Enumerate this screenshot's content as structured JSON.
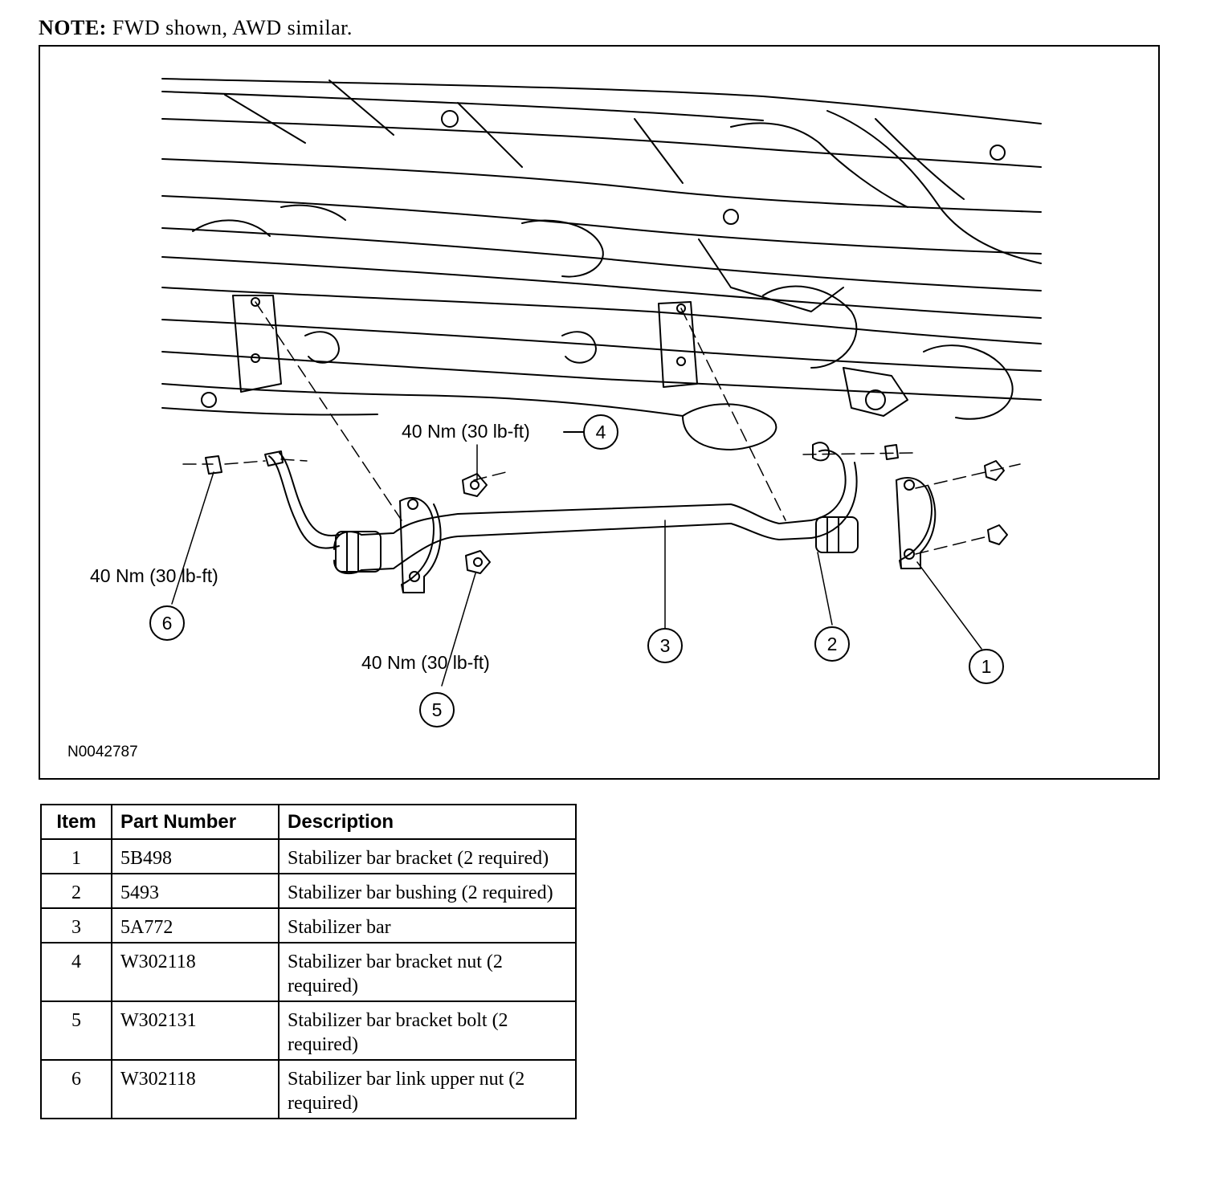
{
  "note": {
    "label": "NOTE:",
    "text": "FWD shown, AWD similar."
  },
  "figure": {
    "id": "N0042787",
    "callouts": [
      {
        "item": "1"
      },
      {
        "item": "2"
      },
      {
        "item": "3"
      },
      {
        "item": "4",
        "torque": "40 Nm (30 lb-ft)"
      },
      {
        "item": "5",
        "torque": "40 Nm (30 lb-ft)"
      },
      {
        "item": "6",
        "torque": "40 Nm (30 lb-ft)"
      }
    ]
  },
  "table": {
    "headers": [
      "Item",
      "Part Number",
      "Description"
    ],
    "rows": [
      {
        "item": "1",
        "part": "5B498",
        "desc": "Stabilizer bar bracket (2 required)"
      },
      {
        "item": "2",
        "part": "5493",
        "desc": "Stabilizer bar bushing (2 required)"
      },
      {
        "item": "3",
        "part": "5A772",
        "desc": "Stabilizer bar"
      },
      {
        "item": "4",
        "part": "W302118",
        "desc": "Stabilizer bar bracket nut (2 required)"
      },
      {
        "item": "5",
        "part": "W302131",
        "desc": "Stabilizer bar bracket bolt (2 required)"
      },
      {
        "item": "6",
        "part": "W302118",
        "desc": "Stabilizer bar link upper nut (2 required)"
      }
    ]
  }
}
